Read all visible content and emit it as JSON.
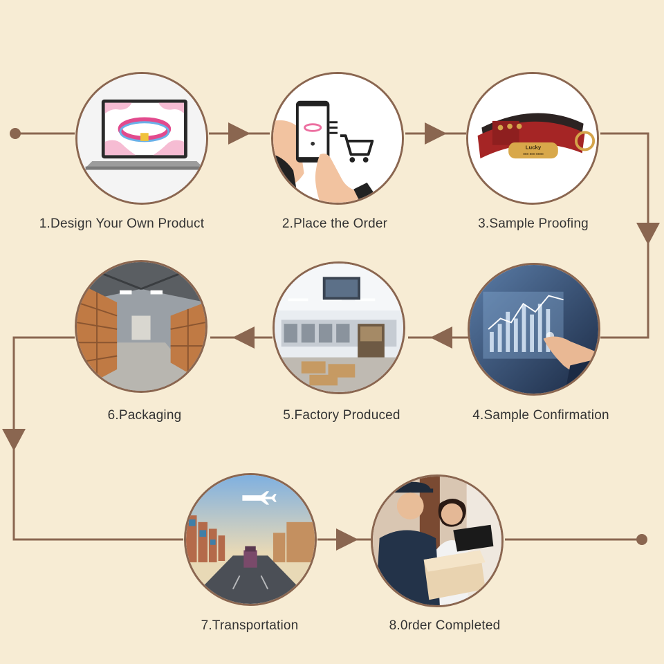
{
  "colors": {
    "background": "#f7ecd4",
    "line": "#8a6650",
    "text": "#333333"
  },
  "steps": [
    {
      "label": "1.Design Your Own Product",
      "icon": "laptop-collar-icon"
    },
    {
      "label": "2.Place the Order",
      "icon": "phone-cart-icon"
    },
    {
      "label": "3.Sample Proofing",
      "icon": "red-collar-icon"
    },
    {
      "label": "4.Sample Confirmation",
      "icon": "data-touch-icon"
    },
    {
      "label": "5.Factory Produced",
      "icon": "factory-icon"
    },
    {
      "label": "6.Packaging",
      "icon": "warehouse-boxes-icon"
    },
    {
      "label": "7.Transportation",
      "icon": "highway-plane-icon"
    },
    {
      "label": "8.0rder Completed",
      "icon": "delivery-icon"
    }
  ],
  "collar_tag": {
    "name": "Lucky",
    "phone": "888 888 8888"
  }
}
